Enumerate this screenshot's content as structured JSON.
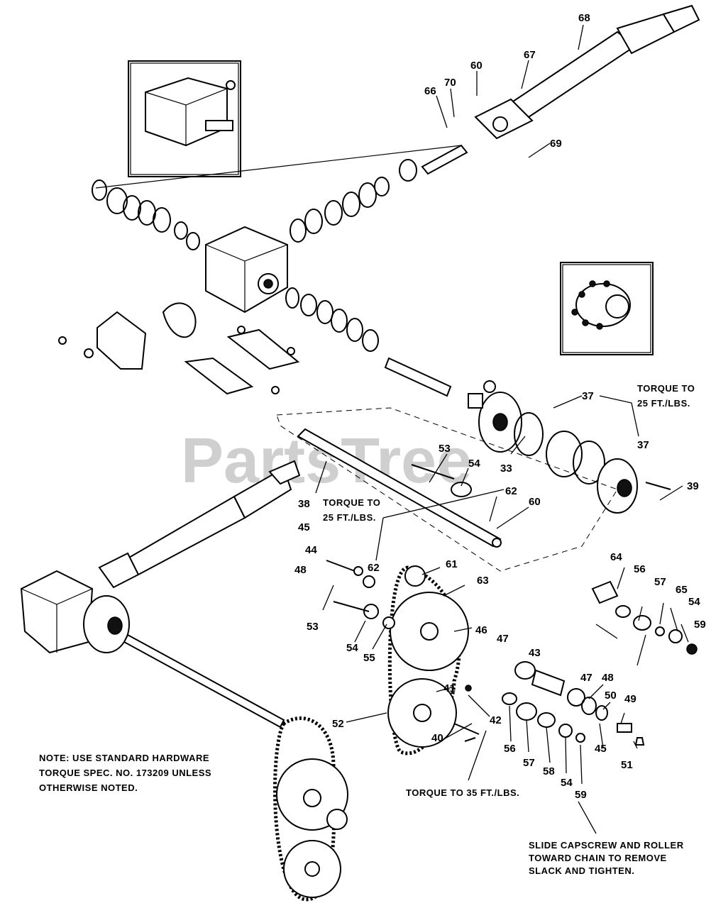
{
  "watermark": "PartsTree",
  "notes": {
    "torque_25_top": [
      "TORQUE TO",
      "25 FT./LBS."
    ],
    "torque_25_mid": [
      "TORQUE TO",
      "25 FT./LBS."
    ],
    "torque_35": "TORQUE TO 35 FT./LBS.",
    "standard_hardware": [
      "NOTE: USE STANDARD HARDWARE",
      "TORQUE SPEC. NO. 173209 UNLESS",
      "OTHERWISE NOTED."
    ],
    "slide_capscrew": [
      "SLIDE CAPSCREW AND ROLLER",
      "TOWARD CHAIN TO REMOVE",
      "SLACK AND TIGHTEN."
    ]
  },
  "callouts": {
    "c68": "68",
    "c67": "67",
    "c60a": "60",
    "c70": "70",
    "c66": "66",
    "c69": "69",
    "c37a": "37",
    "c37b": "37",
    "c39": "39",
    "c53a": "53",
    "c54a": "54",
    "c33": "33",
    "c38": "38",
    "c62a": "62",
    "c60b": "60",
    "c45a": "45",
    "c44": "44",
    "c62b": "62",
    "c48a": "48",
    "c61": "61",
    "c63": "63",
    "c53b": "53",
    "c54b": "54",
    "c55": "55",
    "c46": "46",
    "c64": "64",
    "c56a": "56",
    "c57a": "57",
    "c65": "65",
    "c54c": "54",
    "c59a": "59",
    "c47a": "47",
    "c43": "43",
    "c47b": "47",
    "c48b": "48",
    "c50": "50",
    "c49": "49",
    "c41": "41",
    "c42": "42",
    "c40": "40",
    "c52": "52",
    "c56b": "56",
    "c57b": "57",
    "c58": "58",
    "c54d": "54",
    "c45b": "45",
    "c51": "51",
    "c59b": "59"
  }
}
